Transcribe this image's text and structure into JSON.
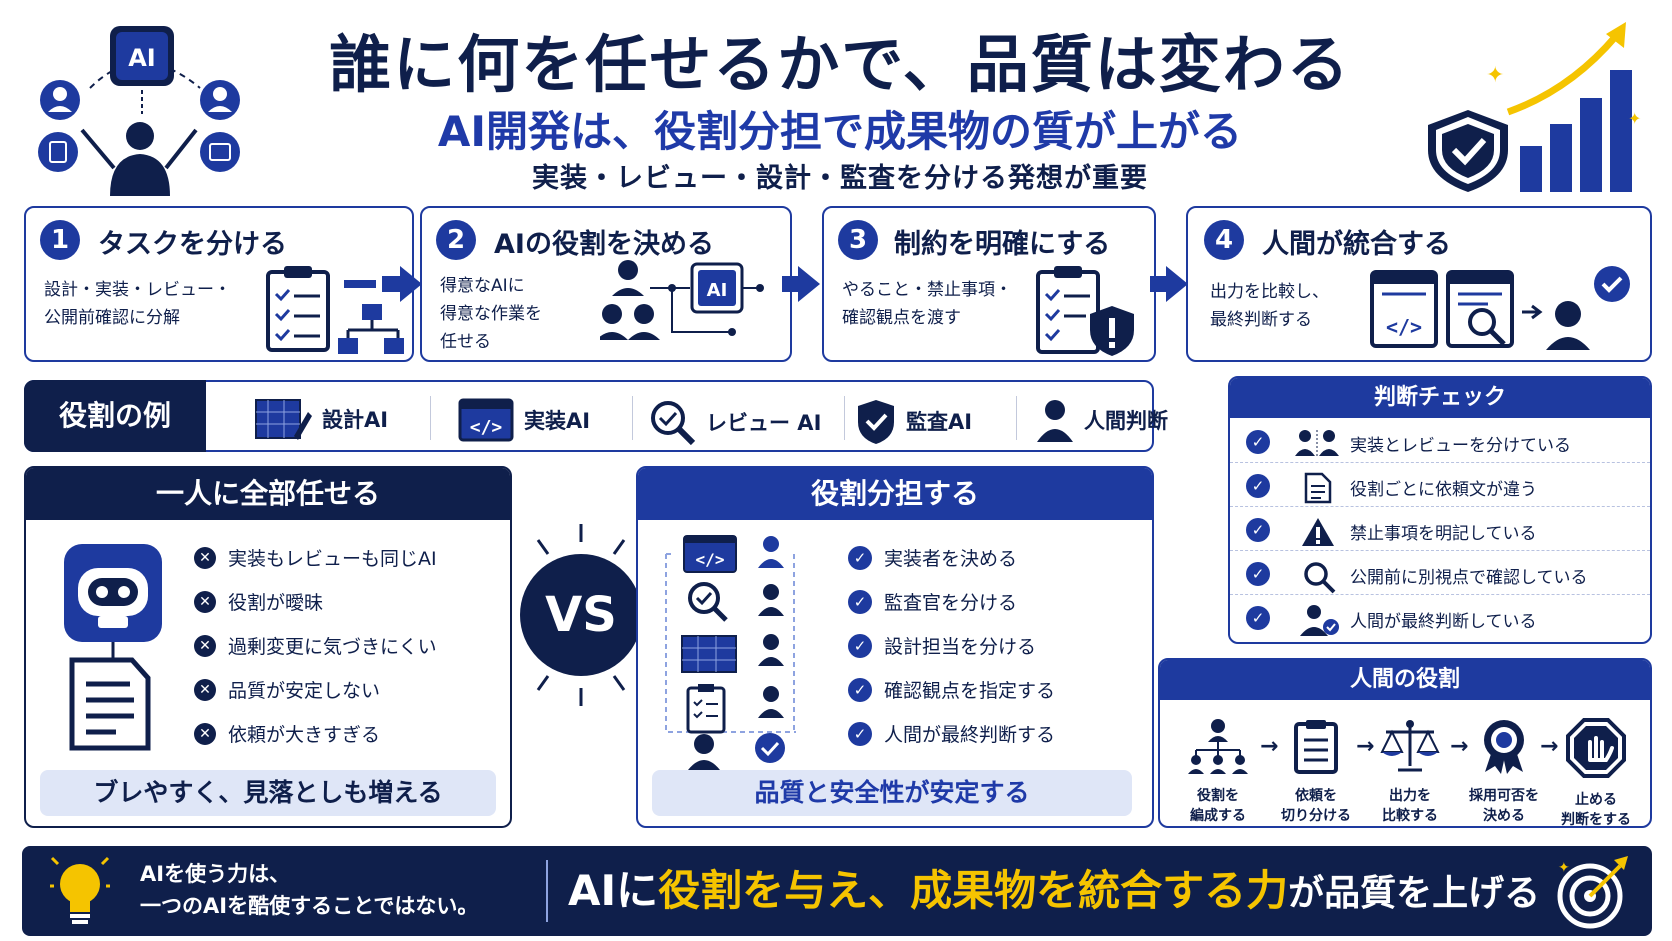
{
  "header": {
    "title": "誰に何を任せるかで、品質は変わる",
    "subtitle": "AI開発は、役割分担で成果物の質が上がる",
    "tagline": "実装・レビュー・設計・監査を分ける発想が重要",
    "ai_badge": "AI"
  },
  "steps": [
    {
      "num": "1",
      "title": "タスクを分ける",
      "desc": "設計・実装・レビュー・\n公開前確認に分解"
    },
    {
      "num": "2",
      "title": "AIの役割を決める",
      "desc": "得意なAIに\n得意な作業を\n任せる",
      "badge": "AI"
    },
    {
      "num": "3",
      "title": "制約を明確にする",
      "desc": "やること・禁止事項・\n確認観点を渡す"
    },
    {
      "num": "4",
      "title": "人間が統合する",
      "desc": "出力を比較し、\n最終判断する"
    }
  ],
  "roles": {
    "label": "役割の例",
    "items": [
      {
        "label": "設計AI",
        "icon": "blueprint-icon"
      },
      {
        "label": "実装AI",
        "icon": "code-window-icon"
      },
      {
        "label": "レビュー AI",
        "icon": "magnifier-icon"
      },
      {
        "label": "監査AI",
        "icon": "shield-check-icon"
      },
      {
        "label": "人間判断",
        "icon": "person-icon"
      }
    ]
  },
  "single": {
    "title": "一人に全部任せる",
    "items": [
      "実装もレビューも同じAI",
      "役割が曖昧",
      "過剰変更に気づきにくい",
      "品質が安定しない",
      "依頼が大きすぎる"
    ],
    "footer": "ブレやすく、見落としも増える"
  },
  "vs": "VS",
  "divided": {
    "title": "役割分担する",
    "items": [
      "実装者を決める",
      "監査官を分ける",
      "設計担当を分ける",
      "確認観点を指定する",
      "人間が最終判断する"
    ],
    "footer": "品質と安全性が安定する"
  },
  "checks": {
    "title": "判断チェック",
    "items": [
      "実装とレビューを分けている",
      "役割ごとに依頼文が違う",
      "禁止事項を明記している",
      "公開前に別視点で確認している",
      "人間が最終判断している"
    ]
  },
  "human": {
    "title": "人間の役割",
    "steps": [
      "役割を\n編成する",
      "依頼を\n切り分ける",
      "出力を\n比較する",
      "採用可否を\n決める",
      "止める\n判断をする"
    ]
  },
  "bottom": {
    "left": "AIを使う力は、\n一つのAIを酷使することではない。",
    "main_prefix": "AIに",
    "main_highlight": "役割を与え、成果物を統合する力",
    "main_suffix": "が品質を上げる"
  },
  "colors": {
    "navy": "#0f1f4b",
    "blue": "#1e3a9f",
    "yellow": "#f5c400",
    "light": "#dfe6f7"
  }
}
